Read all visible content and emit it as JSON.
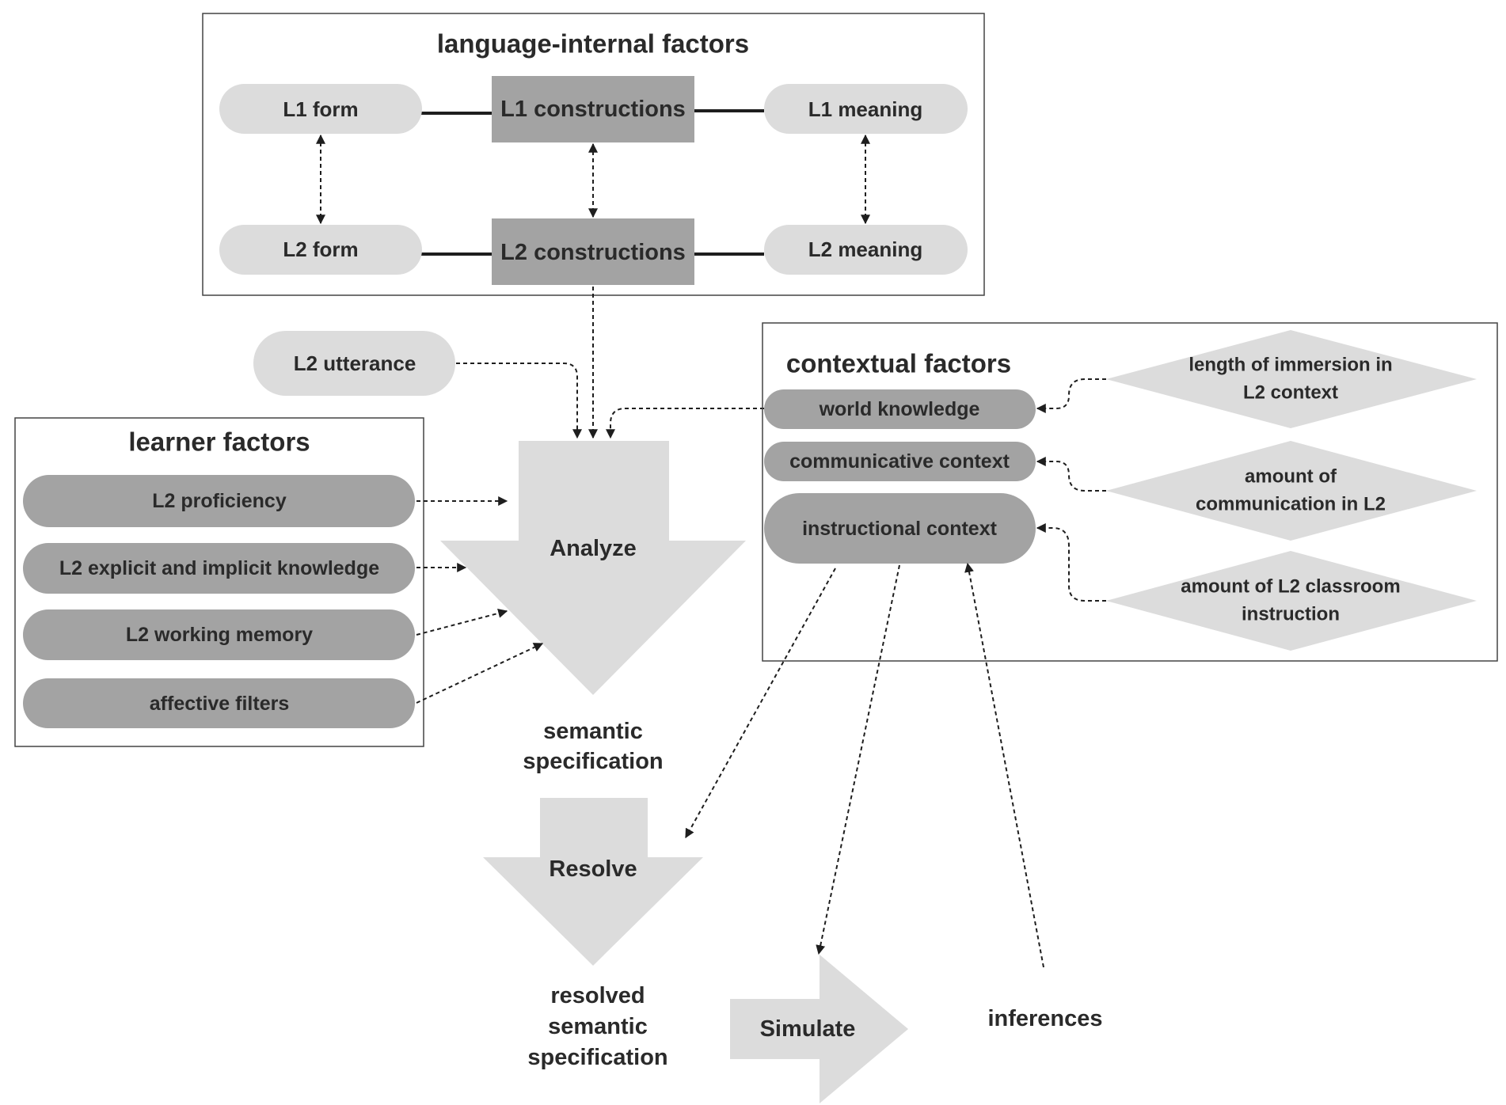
{
  "language_internal": {
    "title": "language-internal factors",
    "l1_form": "L1 form",
    "l1_constructions": "L1 constructions",
    "l1_meaning": "L1 meaning",
    "l2_form": "L2 form",
    "l2_constructions": "L2 constructions",
    "l2_meaning": "L2 meaning"
  },
  "l2_utterance": "L2 utterance",
  "learner": {
    "title": "learner factors",
    "items": [
      "L2 proficiency",
      "L2 explicit and implicit knowledge",
      "L2 working memory",
      "affective filters"
    ]
  },
  "contextual": {
    "title": "contextual factors",
    "items": [
      "world knowledge",
      "communicative context",
      "instructional context"
    ],
    "diamonds": [
      [
        "length of immersion in",
        "L2 context"
      ],
      [
        "amount of",
        "communication in L2"
      ],
      [
        "amount of L2 classroom",
        "instruction"
      ]
    ]
  },
  "process": {
    "analyze": "Analyze",
    "semantic_spec": [
      "semantic",
      "specification"
    ],
    "resolve": "Resolve",
    "resolved_spec": [
      "resolved",
      "semantic",
      "specification"
    ],
    "simulate": "Simulate",
    "inferences": "inferences"
  }
}
